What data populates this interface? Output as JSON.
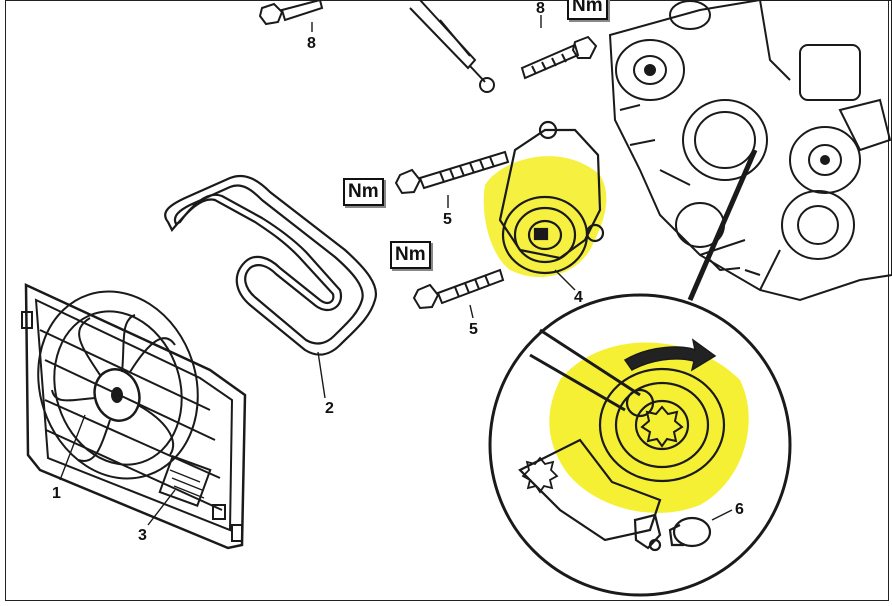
{
  "callouts": {
    "c1": "1",
    "c2": "2",
    "c3": "3",
    "c4": "4",
    "c5_top": "5",
    "c5_bottom": "5",
    "c6": "6",
    "c8_left": "8",
    "c8_right": "8"
  },
  "torque_symbols": {
    "top_right": "Nm",
    "middle": "Nm",
    "lower": "Nm"
  },
  "colors": {
    "highlight": "#f5ee1e",
    "line": "#1a1a1a",
    "arrow": "#222222"
  },
  "icons": [
    "torque-symbol-icon",
    "rotation-arrow-icon",
    "torx-drive-icon"
  ]
}
